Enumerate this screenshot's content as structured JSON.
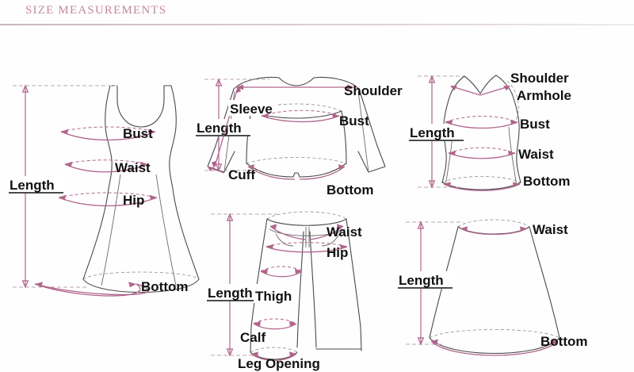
{
  "header": {
    "title": "SIZE MEASUREMENTS",
    "title_color": "#c08a9e",
    "rule_color": "#c9b7c0"
  },
  "palette": {
    "background": "#fefefe",
    "garment_outline": "#4a4a4a",
    "measurement_arrow": "#b0658c",
    "guide_line": "#b9a6b0",
    "label_text": "#111111"
  },
  "diagrams": [
    {
      "id": "dress",
      "name": "dress-diagram",
      "labels": {
        "length": "Length",
        "bust": "Bust",
        "waist": "Waist",
        "hip": "Hip",
        "bottom": "Bottom"
      }
    },
    {
      "id": "sweater",
      "name": "sweater-diagram",
      "labels": {
        "length": "Length",
        "shoulder": "Shoulder",
        "sleeve": "Sleeve",
        "bust": "Bust",
        "cuff": "Cuff",
        "bottom": "Bottom"
      }
    },
    {
      "id": "tank",
      "name": "tank-top-diagram",
      "labels": {
        "length": "Length",
        "shoulder": "Shoulder",
        "armhole": "Armhole",
        "bust": "Bust",
        "waist": "Waist",
        "bottom": "Bottom"
      }
    },
    {
      "id": "pants",
      "name": "pants-diagram",
      "labels": {
        "length": "Length",
        "waist": "Waist",
        "hip": "Hip",
        "thigh": "Thigh",
        "calf": "Calf",
        "leg_opening": "Leg Opening"
      }
    },
    {
      "id": "skirt",
      "name": "skirt-diagram",
      "labels": {
        "length": "Length",
        "waist": "Waist",
        "bottom": "Bottom"
      }
    }
  ]
}
